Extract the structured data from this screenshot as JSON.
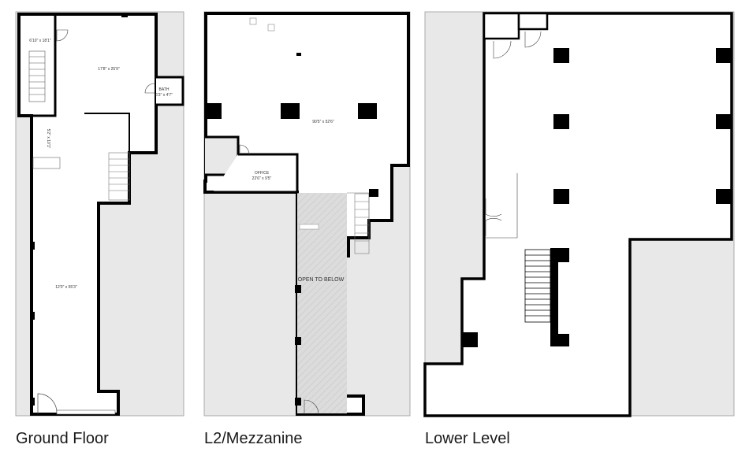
{
  "colors": {
    "wall": "#000000",
    "exterior_fill": "#e8e8e8",
    "interior_fill": "#ffffff",
    "open_to_below_fill": "#dcdcdc",
    "outline": "#888888"
  },
  "plans": [
    {
      "caption": "Ground Floor",
      "rooms": {
        "storage": "6'10\" x 18'1\"",
        "main_upper": "17'8\" x 25'9\"",
        "bath_name": "BATH",
        "bath_size": "6'3\" x 4'7\"",
        "corridor": "5'2\" x 10'1\"",
        "main_lower": "12'0\" x 55'3\""
      }
    },
    {
      "caption": "L2/Mezzanine",
      "rooms": {
        "main": "90'5\" x 52'6\"",
        "office_name": "OFFICE",
        "office_size": "22'6\" x 9'5\"",
        "open_to_below": "OPEN TO BELOW"
      }
    },
    {
      "caption": "Lower Level",
      "rooms": {}
    }
  ]
}
